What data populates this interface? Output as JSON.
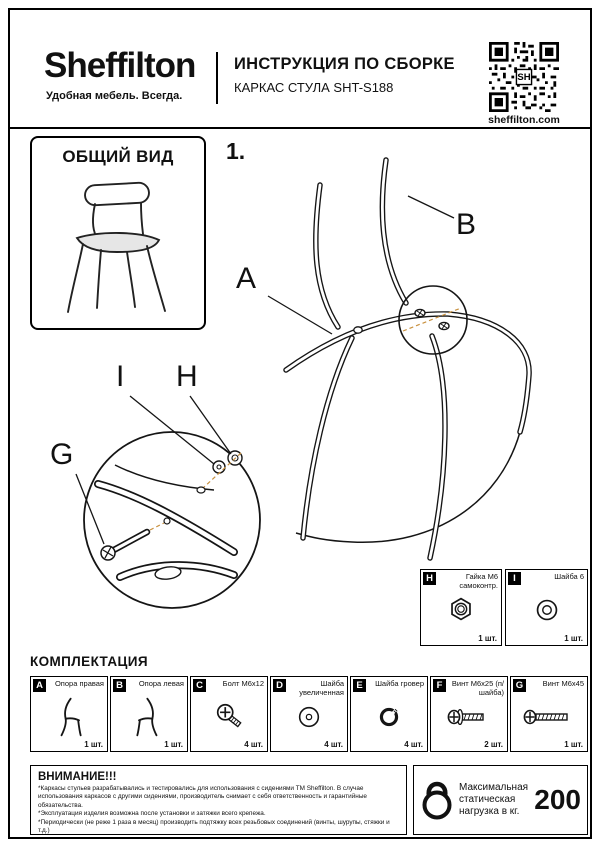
{
  "header": {
    "brand": "Sheffilton",
    "tagline": "Удобная мебель. Всегда.",
    "title": "ИНСТРУКЦИЯ ПО СБОРКЕ",
    "subtitle": "КАРКАС СТУЛА SHT-S188",
    "website": "sheffilton.com"
  },
  "overview": {
    "title": "ОБЩИЙ ВИД"
  },
  "step_number": "1.",
  "drawing": {
    "labels": {
      "a": "A",
      "b": "B",
      "g": "G",
      "h": "H",
      "i": "I"
    }
  },
  "hardware": [
    {
      "letter": "H",
      "name": "Гайка М6 самоконтр.",
      "qty": "1 шт."
    },
    {
      "letter": "I",
      "name": "Шайба 6",
      "qty": "1 шт."
    }
  ],
  "kit": {
    "title": "КОМПЛЕКТАЦИЯ",
    "items": [
      {
        "letter": "A",
        "name": "Опора правая",
        "qty": "1 шт."
      },
      {
        "letter": "B",
        "name": "Опора левая",
        "qty": "1 шт."
      },
      {
        "letter": "C",
        "name": "Болт М6х12",
        "qty": "4 шт."
      },
      {
        "letter": "D",
        "name": "Шайба увеличенная",
        "qty": "4 шт."
      },
      {
        "letter": "E",
        "name": "Шайба гровер",
        "qty": "4 шт."
      },
      {
        "letter": "F",
        "name": "Винт М6х25 (п/шайба)",
        "qty": "2 шт."
      },
      {
        "letter": "G",
        "name": "Винт М6х45",
        "qty": "1 шт."
      }
    ]
  },
  "attention": {
    "title": "ВНИМАНИЕ!!!",
    "lines": [
      "*Каркасы стульев разрабатывались и тестировались для использования с сидениями ТМ Sheffilton. В случае использования каркасов с другими сидениями, производитель снимает с себя ответственность и гарантийные обязательства.",
      "*Эксплуатация изделия возможна после установки и затяжки всего крепежа.",
      "*Периодически (не реже 1 раза в месяц) производить подтяжку всех резьбовых соединений (винты, шурупы, стяжки и т.д.)"
    ]
  },
  "load": {
    "text": "Максимальная статическая нагрузка в кг.",
    "value": "200"
  },
  "colors": {
    "accent_dash": "#c9913f",
    "ink": "#111111",
    "seat_fill": "#e6e6e6"
  }
}
